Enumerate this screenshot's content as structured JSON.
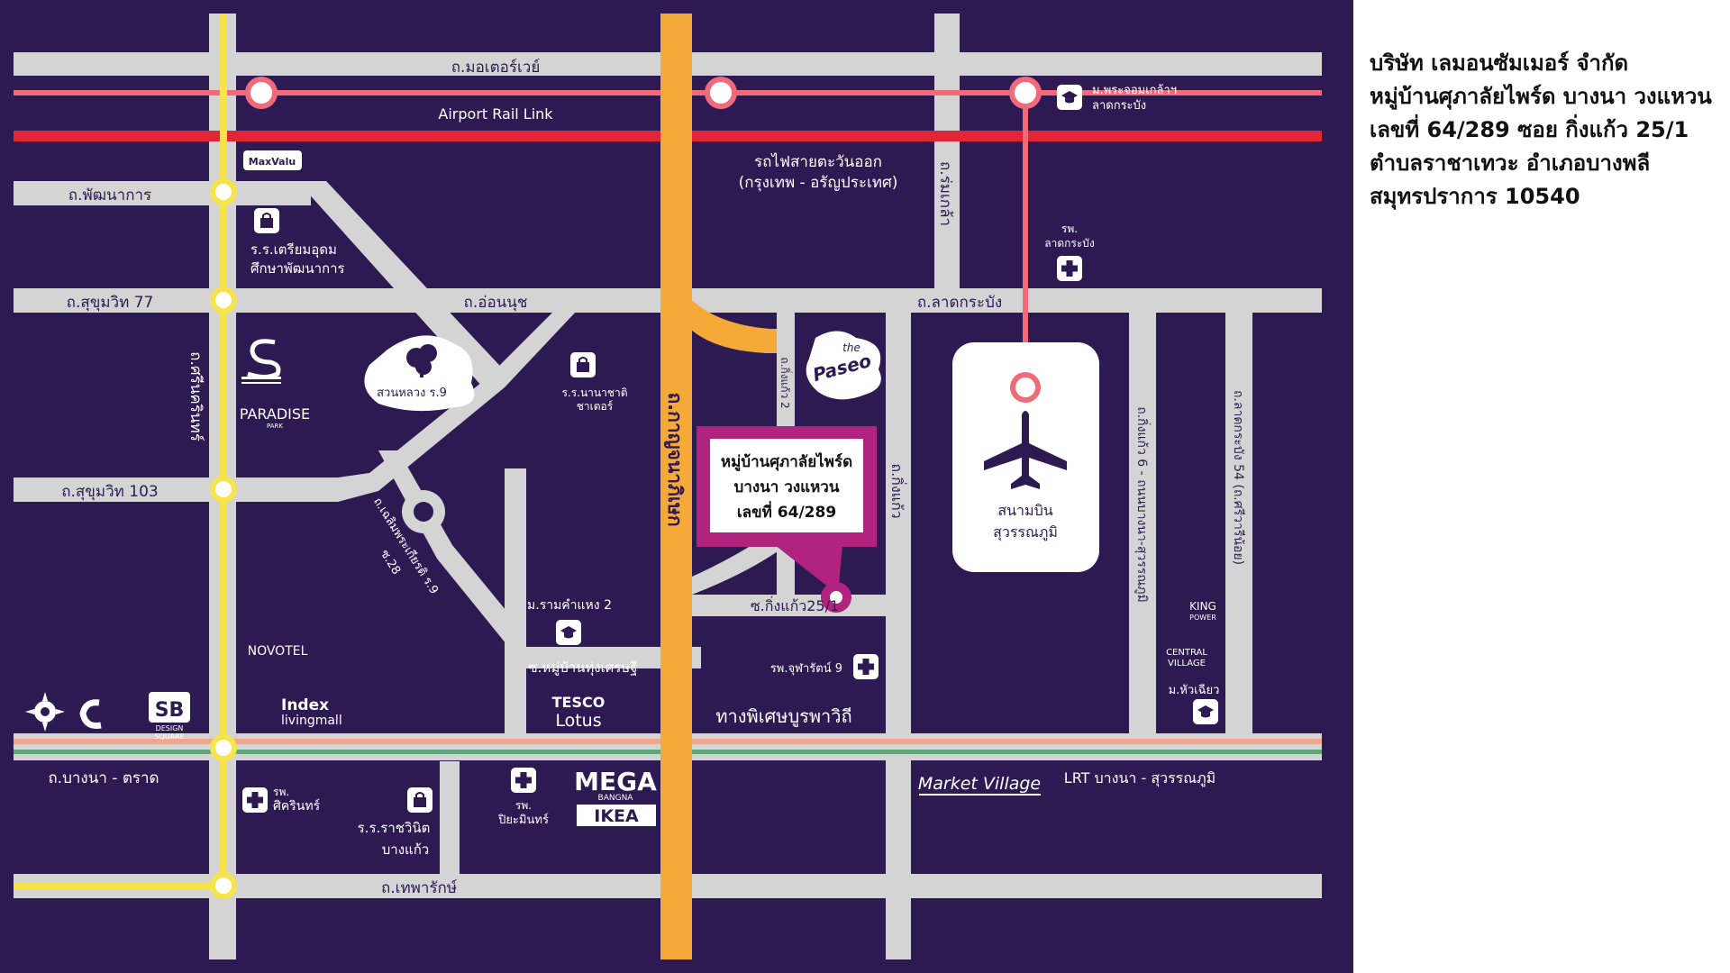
{
  "company_info": {
    "line1": "บริษัท เลมอนซัมเมอร์ จำกัด",
    "line2": "หมู่บ้านศุภาลัยไพร์ด บางนา วงแหวน",
    "line3": "เลขที่ 64/289 ซอย กิ่งแก้ว 25/1",
    "line4": "ตำบลราชาเทวะ อำเภอบางพลี",
    "line5": "สมุทรปราการ 10540"
  },
  "colors": {
    "background": "#2d1a52",
    "road": "#d4d4d4",
    "yellow_line": "#f7e34a",
    "orange_highway": "#f5a938",
    "pink_line": "#f06b7a",
    "red_rail": "#e32636",
    "marker": "#b0237f",
    "label_text": "#ffffff"
  },
  "map": {
    "roads": {
      "motorway": "ถ.มอเตอร์เวย์",
      "airport_rail_link": "Airport Rail Link",
      "eastern_railway_1": "รถไฟสายตะวันออก",
      "eastern_railway_2": "(กรุงเทพ - อรัญประเทศ)",
      "rom_klao": "ถ.ร่มเกล้า",
      "phatthanakan": "ถ.พัฒนาการ",
      "sukhumvit77": "ถ.สุขุมวิท 77",
      "onnut": "ถ.อ่อนนุช",
      "lat_krabang": "ถ.ลาดกระบัง",
      "srinakarin": "ถ.ศรีนครินทร์",
      "kanchanaphisek": "ถ.กาญจนาภิเษก",
      "sukhumvit103": "ถ.สุขุมวิท 103",
      "chaloem_1": "ถ.เฉลิมพระเกียรติ ร.9",
      "chaloem_2": "ซ.28",
      "king_kaeo": "ถ.กิ่งแก้ว",
      "soi_king_kaeo_25_1": "ซ.กิ่งแก้ว25/1",
      "soi_mooban_setthi": "ซ.หมู่บ้านทุ่งเศรษฐี",
      "burapha_withi": "ทางพิเศษบูรพาวิถี",
      "bangna_trad": "ถ.บางนา - ตราด",
      "thepharak": "ถ.เทพารักษ์",
      "lrt": "LRT บางนา - สุวรรณภูมิ",
      "king_kaeo_2": "ถ.กิ่งแก้ว 2",
      "suvarnabhumi_rd": "ถ.กิ่งแก้ว 6 - ถนนบางนา-สุวรรณภูมิ",
      "lat_krabang_54": "ถ.ลาดกระบัง 54 (ถ.ศรีวารีน้อย)"
    },
    "places": {
      "kmitl_1": "ม.พระจอมเกล้าฯ",
      "kmitl_2": "ลาดกระบัง",
      "hosp_latkrabang_1": "รพ.",
      "hosp_latkrabang_2": "ลาดกระบัง",
      "maxvalu": "MaxValu",
      "school_triam_1": "ร.ร.เตรียมอุดม",
      "school_triam_2": "ศึกษาพัฒนาการ",
      "paradise": "PARADISE",
      "park": "PARK",
      "suan_luang": "สวนหลวง ร.9",
      "school_nana_1": "ร.ร.นานาชาติ",
      "school_nana_2": "ชาเตอร์",
      "paseo_1": "the",
      "paseo_2": "Paseo",
      "airport_1": "สนามบิน",
      "airport_2": "สุวรรณภูมิ",
      "ramkhamhaeng_2": "ม.รามคำแหง 2",
      "hosp_chularat": "รพ.จุฬารัตน์ 9",
      "novotel": "NOVOTEL",
      "index_1": "Index",
      "index_2": "livingmall",
      "tesco_1": "TESCO",
      "tesco_2": "Lotus",
      "king_power_1": "KING",
      "king_power_2": "POWER",
      "central_1": "CENTRAL",
      "central_2": "VILLAGE",
      "huachiew": "ม.หัวเฉียว",
      "hosp_sikarin_1": "รพ.",
      "hosp_sikarin_2": "ศิครินทร์",
      "school_rachawinit_1": "ร.ร.ราชวินิต",
      "school_rachawinit_2": "บางแก้ว",
      "hosp_piyamin_1": "รพ.",
      "hosp_piyamin_2": "ปิยะมินทร์",
      "mega_1": "MEGA",
      "mega_2": "BANGNA",
      "ikea": "IKEA",
      "market_village": "Market Village",
      "design_square_1": "SB",
      "design_square_2": "DESIGN",
      "design_square_3": "SQUARE"
    },
    "project_label": {
      "line1": "หมู่บ้านศุภาลัยไพร์ด",
      "line2": "บางนา วงแหวน",
      "line3": "เลขที่ 64/289"
    }
  }
}
